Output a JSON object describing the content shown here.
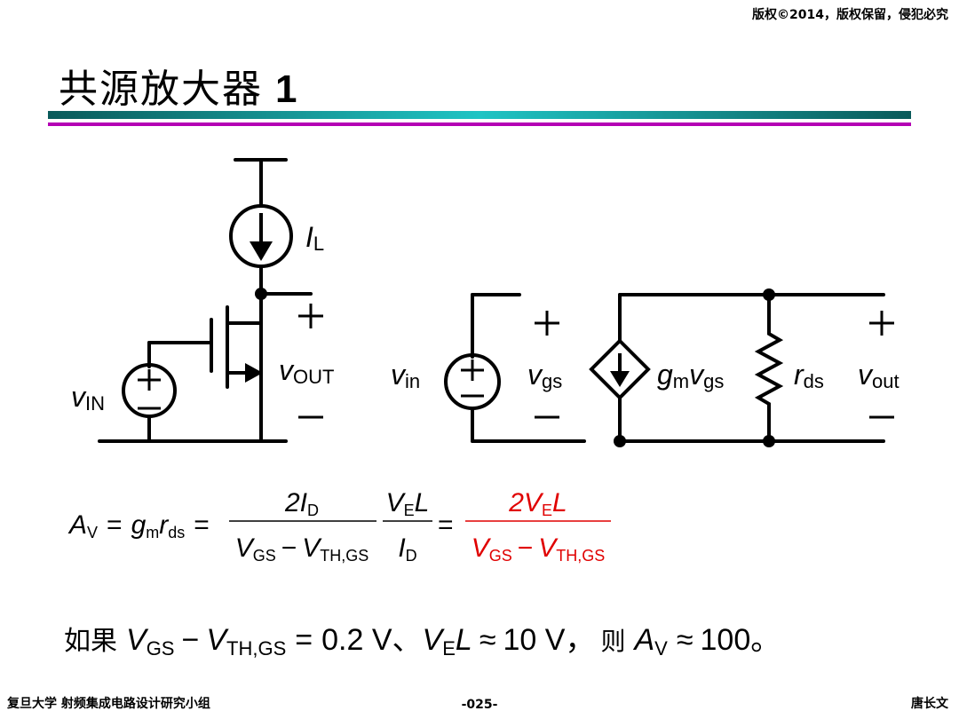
{
  "header": {
    "copyright": "版权©2014，版权保留，侵犯必究"
  },
  "title": {
    "chinese": "共源放大器",
    "number": "1"
  },
  "circuit": {
    "load_current": {
      "sym": "I",
      "sub": "L"
    },
    "input": {
      "sym": "v",
      "sub": "IN"
    },
    "output": {
      "sym": "v",
      "sub": "OUT"
    },
    "plus": "+",
    "minus": "−"
  },
  "small_signal": {
    "vin": {
      "sym": "v",
      "sub": "in"
    },
    "vgs": {
      "sym": "v",
      "sub": "gs"
    },
    "gm": {
      "sym": "g",
      "sub": "m"
    },
    "rds": {
      "sym": "r",
      "sub": "ds"
    },
    "vout": {
      "sym": "v",
      "sub": "out"
    }
  },
  "equation": {
    "av": "A",
    "av_sub": "V",
    "gm": "g",
    "gm_sub": "m",
    "rds": "r",
    "rds_sub": "ds",
    "two_id": "2I",
    "id_sub": "D",
    "vgs": "V",
    "vgs_sub": "GS",
    "vth": "V",
    "vth_sub": "TH,GS",
    "ve": "V",
    "ve_sub": "E",
    "L": "L",
    "id": "I",
    "two_ve": "2V",
    "eq": "=",
    "minus": "−"
  },
  "condition": {
    "prefix": "如果",
    "value1": "0.2 V、",
    "value2": "10 V，",
    "then": "则",
    "result": "100。",
    "approx": "≈"
  },
  "footer": {
    "left": "复旦大学   射频集成电路设计研究小组",
    "page": "-025-",
    "author": "唐长文"
  },
  "colors": {
    "highlight": "#e00000",
    "teal": "#1fc4c4",
    "purple": "#b400b4"
  }
}
